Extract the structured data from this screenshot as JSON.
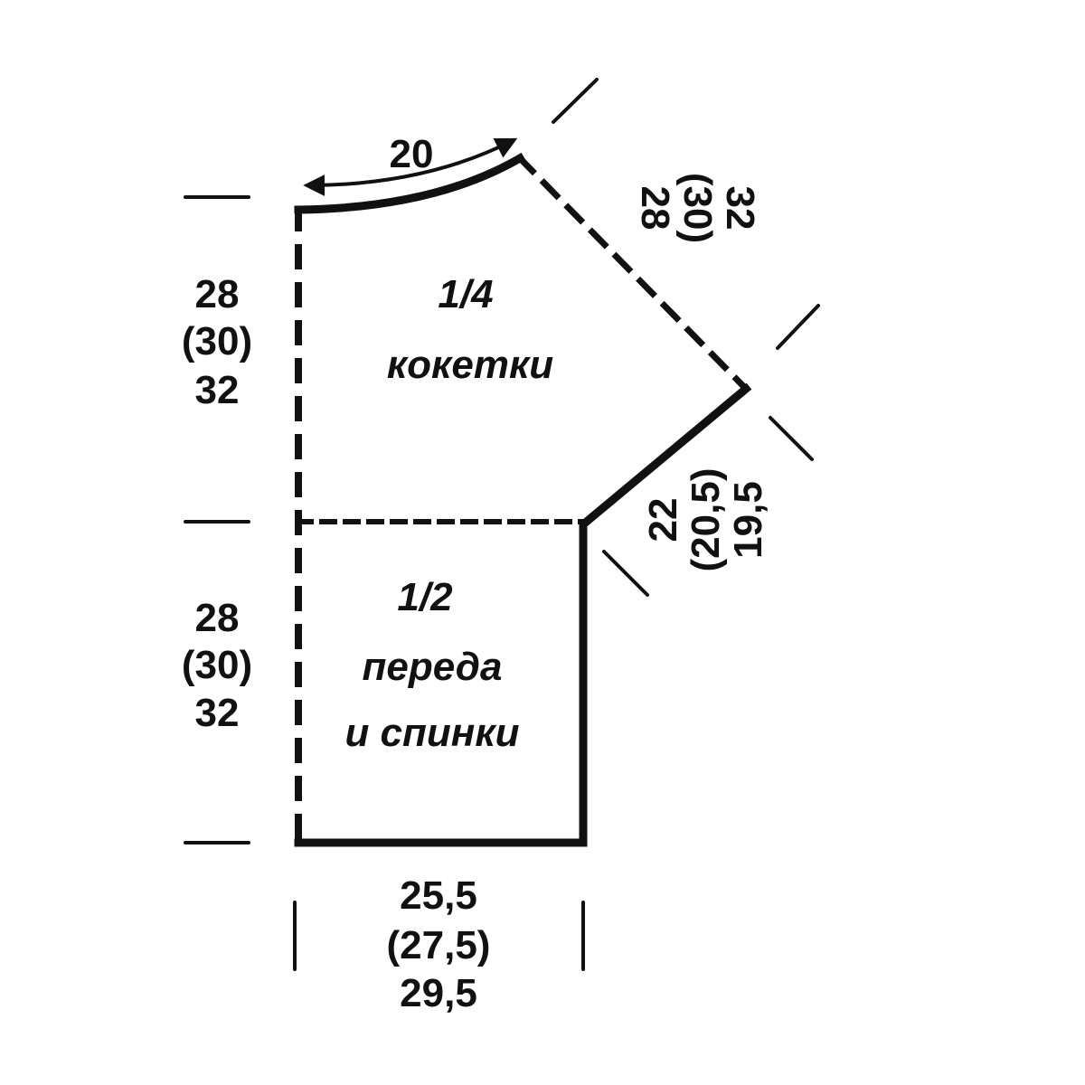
{
  "diagram": {
    "ink_color": "#111111",
    "background_color": "#ffffff",
    "neck_width": {
      "value": "20"
    },
    "yoke_height": {
      "line1": "28",
      "line2": "(30)",
      "line3": "32"
    },
    "shoulder_length": {
      "line1": "28",
      "line2": "(30)",
      "line3": "32"
    },
    "armhole_length": {
      "line1": "19,5",
      "line2": "(20,5)",
      "line3": "22"
    },
    "body_height": {
      "line1": "28",
      "line2": "(30)",
      "line3": "32"
    },
    "body_width": {
      "line1": "25,5",
      "line2": "(27,5)",
      "line3": "29,5"
    },
    "yoke_piece": {
      "line1": "1/4",
      "line2": "кокетки"
    },
    "body_piece": {
      "line1": "1/2",
      "line2": "переда",
      "line3": "и спинки"
    }
  }
}
